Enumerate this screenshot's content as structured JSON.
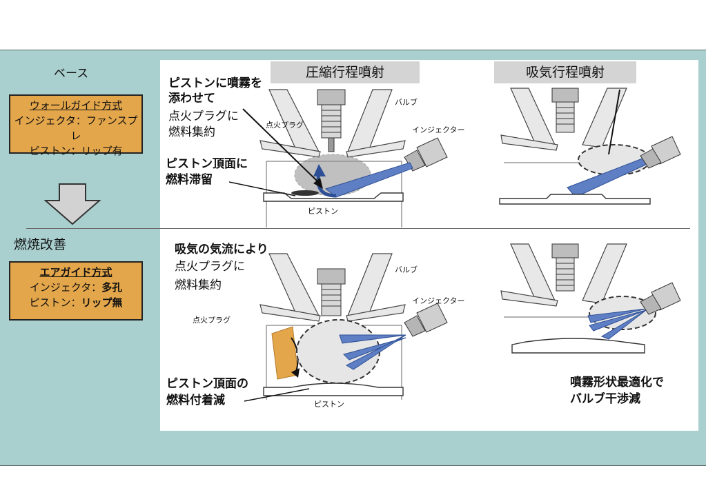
{
  "left_panel": {
    "base_label": "ベース",
    "base_box": {
      "title": "ウォールガイド方式",
      "line1": "インジェクタ：ファンスプレ",
      "line2": "ピストン：リップ有"
    },
    "improve_label": "燃焼改善",
    "improve_box": {
      "title": "エアガイド方式",
      "line1_prefix": "インジェクタ：",
      "line1_value": "多孔",
      "line2_prefix": "ピストン：",
      "line2_value": "リップ無"
    }
  },
  "headers": {
    "compression": "圧縮行程噴射",
    "intake": "吸気行程噴射"
  },
  "top_left": {
    "note_bold_line1": "ピストンに噴霧を",
    "note_bold_line2": "添わせて",
    "note_line3": "点火プラグに",
    "note_line4": "燃料集約",
    "note2_line1": "ピストン頂面に",
    "note2_line2": "燃料滞留",
    "label_plug": "点火プラグ",
    "label_valve": "バルブ",
    "label_injector": "インジェクター",
    "label_piston": "ピストン"
  },
  "bottom_left": {
    "note_bold_line1": "吸気の気流により",
    "note_line2": "点火プラグに",
    "note_line3": "燃料集約",
    "note2_line1": "ピストン頂面の",
    "note2_line2": "燃料付着減",
    "label_plug": "点火プラグ",
    "label_valve": "バルブ",
    "label_injector": "インジェクター",
    "label_piston": "ピストン"
  },
  "bottom_right": {
    "note_line1": "噴霧形状最適化で",
    "note_line2": "バルブ干渉減"
  },
  "colors": {
    "teal_bg": "#a9cfcf",
    "orange": "#e4a64a",
    "spray_blue": "#5f7fc4",
    "header_gray": "#d4d4d4"
  },
  "icons": [
    "down-arrow-icon",
    "spark-plug-icon",
    "injector-icon",
    "valve-icon",
    "piston-icon"
  ]
}
